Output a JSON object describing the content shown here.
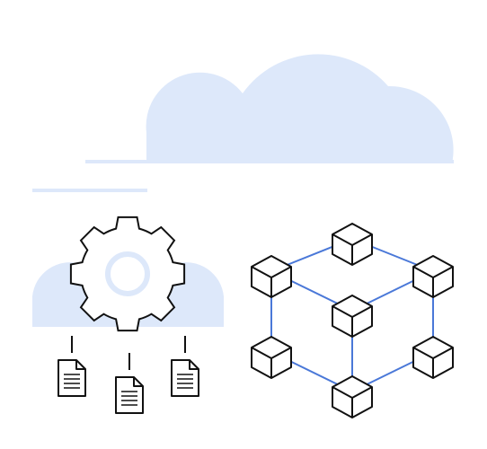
{
  "illustration": {
    "elements": [
      {
        "name": "cloud-large-icon",
        "type": "icon"
      },
      {
        "name": "cloud-small-icon",
        "type": "icon"
      },
      {
        "name": "gear-icon",
        "type": "icon"
      },
      {
        "name": "document-icon",
        "type": "icon",
        "count": 3
      },
      {
        "name": "cube-network-icon",
        "type": "icon",
        "node_count": 7
      }
    ]
  },
  "colors": {
    "cloud_fill": "#dde8fa",
    "accent_line": "#dde8fa",
    "outline": "#111111",
    "network_line": "#4a78d8",
    "background": "#ffffff"
  }
}
